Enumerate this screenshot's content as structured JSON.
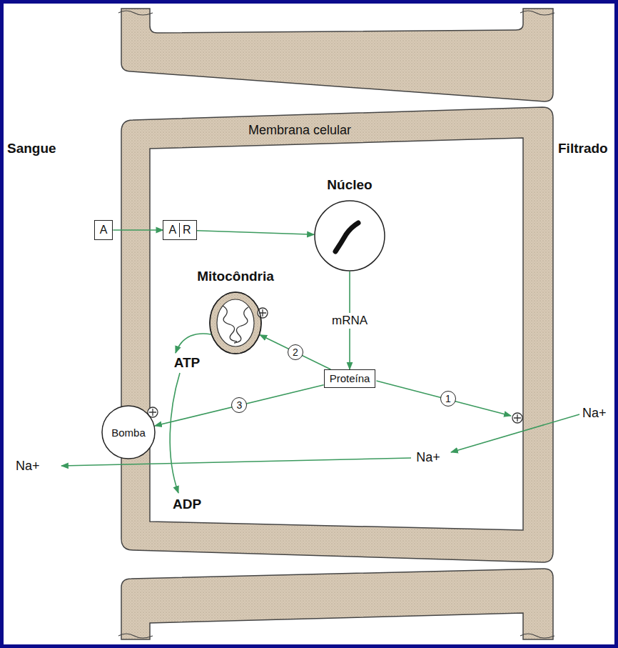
{
  "diagram": {
    "nodes": [
      {
        "text": [
          "A"
        ]
      },
      {
        "text": [
          "A",
          "R"
        ]
      },
      {
        "text": [
          "Núcleo"
        ]
      },
      {
        "text": [
          "Mitocôndria"
        ]
      },
      {
        "text": [
          "Proteína"
        ]
      },
      {
        "text": [
          "Bomba"
        ]
      }
    ],
    "edges": [
      {
        "from": 0,
        "to": 1,
        "arrow": "to"
      },
      {
        "from": 1,
        "to": 2,
        "arrow": "to"
      },
      {
        "from": 2,
        "to": 4,
        "label": "mRNA",
        "arrow": "to"
      },
      {
        "from": 4,
        "to": 3,
        "label": "2",
        "arrow": "to"
      },
      {
        "from": 4,
        "to": 5,
        "label": "3",
        "arrow": "to"
      }
    ],
    "labels": [
      "Sangue",
      "Membrana celular",
      "Filtrado",
      "ATP",
      "1",
      "Na+",
      "Na+",
      "Na+",
      "ADP"
    ]
  }
}
